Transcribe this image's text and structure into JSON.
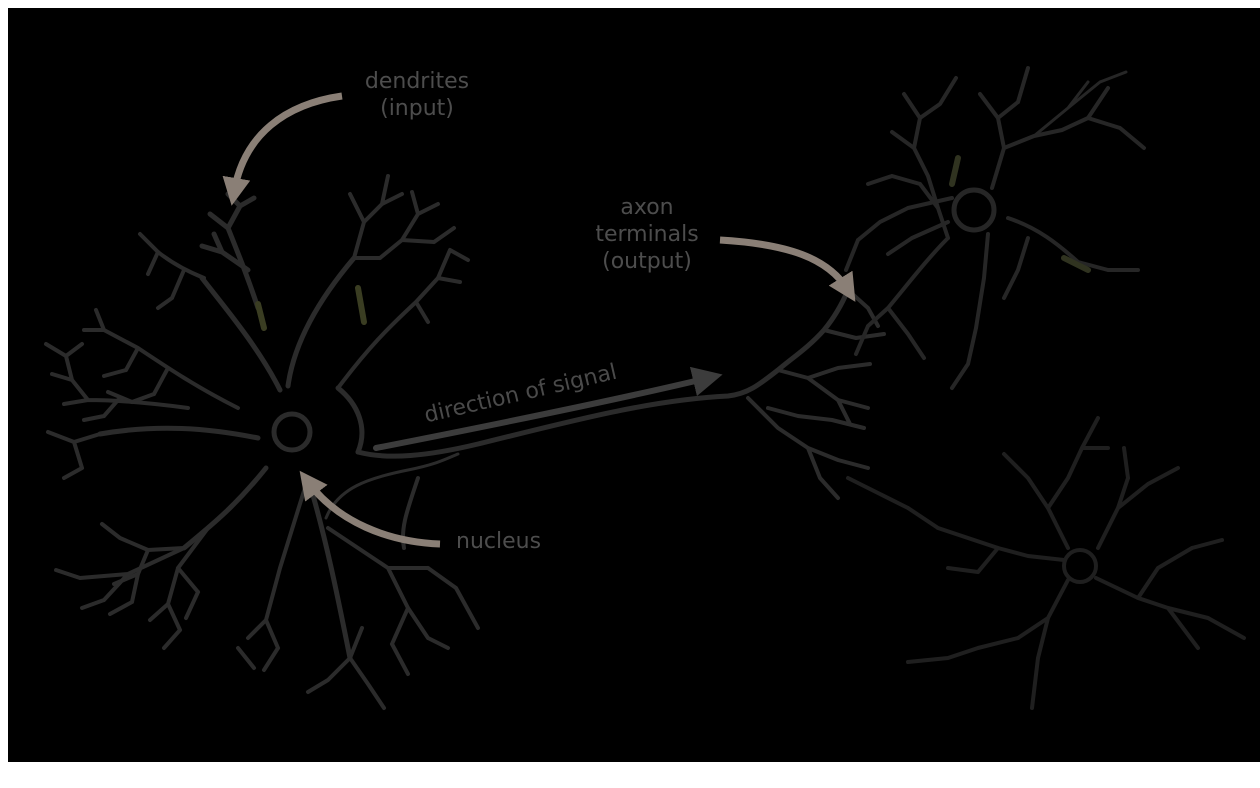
{
  "diagram": {
    "labels": {
      "dendrites": [
        "dendrites",
        "(input)"
      ],
      "axon_terminals": [
        "axon",
        "terminals",
        "(output)"
      ],
      "direction": "direction of signal",
      "nucleus": "nucleus"
    },
    "colors": {
      "background": "#000000",
      "neuron": "#2b2b2b",
      "neuron_far": "#222222",
      "arrow": "#8a7f76",
      "label": "#4d4d4d",
      "tint": "#3a3d22"
    }
  }
}
